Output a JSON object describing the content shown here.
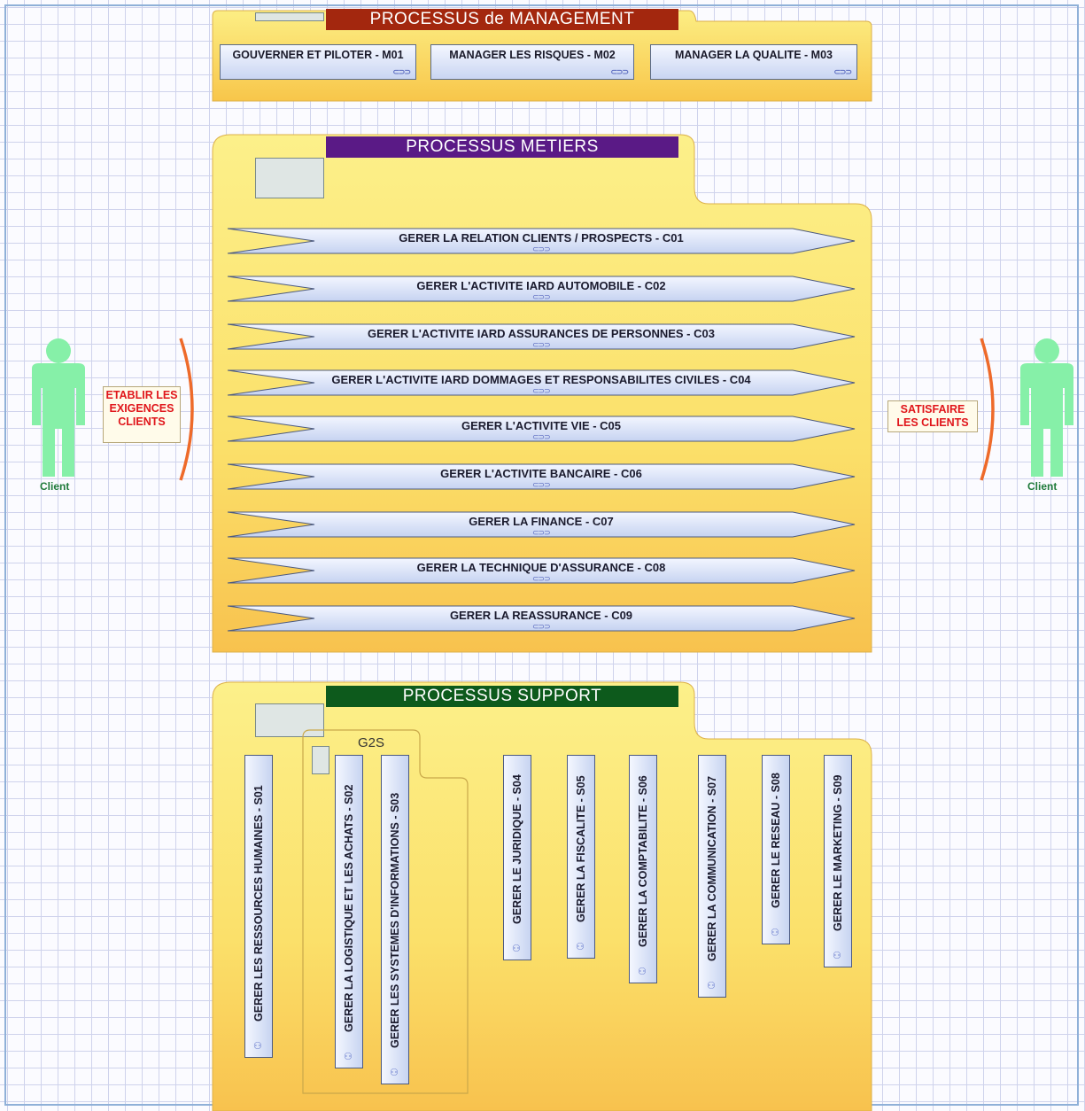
{
  "management": {
    "title": "PROCESSUS de MANAGEMENT",
    "title_color": "#a3270e",
    "items": [
      {
        "label": "GOUVERNER ET PILOTER - M01"
      },
      {
        "label": "MANAGER LES RISQUES - M02"
      },
      {
        "label": "MANAGER LA QUALITE - M03"
      }
    ]
  },
  "metiers": {
    "title": "PROCESSUS METIERS",
    "title_color": "#5a1a86",
    "items": [
      {
        "label": "GERER LA RELATION CLIENTS / PROSPECTS - C01"
      },
      {
        "label": "GERER L'ACTIVITE IARD AUTOMOBILE - C02"
      },
      {
        "label": "GERER L'ACTIVITE IARD ASSURANCES DE PERSONNES - C03"
      },
      {
        "label": "GERER L'ACTIVITE IARD DOMMAGES ET RESPONSABILITES CIVILES - C04"
      },
      {
        "label": "GERER L'ACTIVITE VIE - C05"
      },
      {
        "label": "GERER L'ACTIVITE BANCAIRE - C06"
      },
      {
        "label": "GERER LA FINANCE - C07"
      },
      {
        "label": "GERER LA TECHNIQUE D'ASSURANCE - C08"
      },
      {
        "label": "GERER LA REASSURANCE - C09"
      }
    ]
  },
  "support": {
    "title": "PROCESSUS SUPPORT",
    "title_color": "#0d5a1c",
    "group_label": "G2S",
    "items": [
      {
        "label": "GERER LES RESSOURCES HUMAINES - S01"
      },
      {
        "label": "GERER LA LOGISTIQUE ET LES ACHATS - S02"
      },
      {
        "label": "GERER LES SYSTEMES D'INFORMATIONS - S03"
      },
      {
        "label": "GERER LE JURIDIQUE - S04"
      },
      {
        "label": "GERER LA FISCALITE - S05"
      },
      {
        "label": "GERER LA COMPTABILITE - S06"
      },
      {
        "label": "GERER LA COMMUNICATION - S07"
      },
      {
        "label": "GERER LE RESEAU - S08"
      },
      {
        "label": "GERER LE MARKETING - S09"
      }
    ]
  },
  "left_client": {
    "label": "Client",
    "note": "ETABLIR LES EXIGENCES CLIENTS"
  },
  "right_client": {
    "label": "Client",
    "note": "SATISFAIRE LES CLIENTS"
  },
  "colors": {
    "folder": "#fbe26a",
    "folder_border": "#e2b84a",
    "person": "#86f0a8",
    "bracket": "#ee6a2a"
  }
}
